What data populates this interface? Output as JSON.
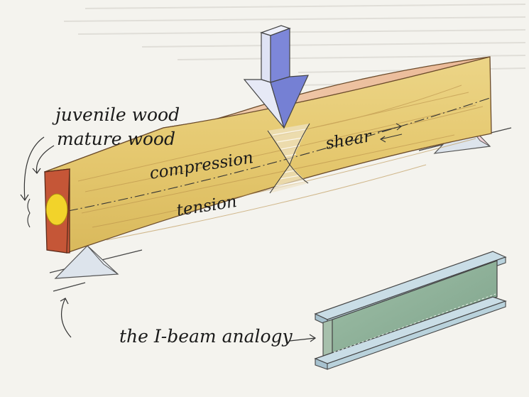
{
  "labels": {
    "juvenile_wood": "juvenile wood",
    "mature_wood": "mature wood",
    "compression": "compression",
    "tension": "tension",
    "shear": "shear",
    "i_beam_analogy": "the I-beam analogy"
  },
  "colors": {
    "paper": "#f4f3ee",
    "beam_top": "#f0c4a0",
    "beam_side": "#e8cf7a",
    "beam_end": "#c85a3c",
    "core": "#f2d32a",
    "arrow_front": "#7d87d9",
    "arrow_side": "#c7cbe6",
    "support": "#dfe6ee",
    "ibeam_web": "#8fb29a",
    "ibeam_flange": "#b9d2dc"
  },
  "icons": {
    "load_arrow": "down-arrow-icon",
    "shear_arrows": "double-arrow-icon",
    "supports": "triangle-support-icon",
    "ibeam": "i-beam-icon"
  }
}
